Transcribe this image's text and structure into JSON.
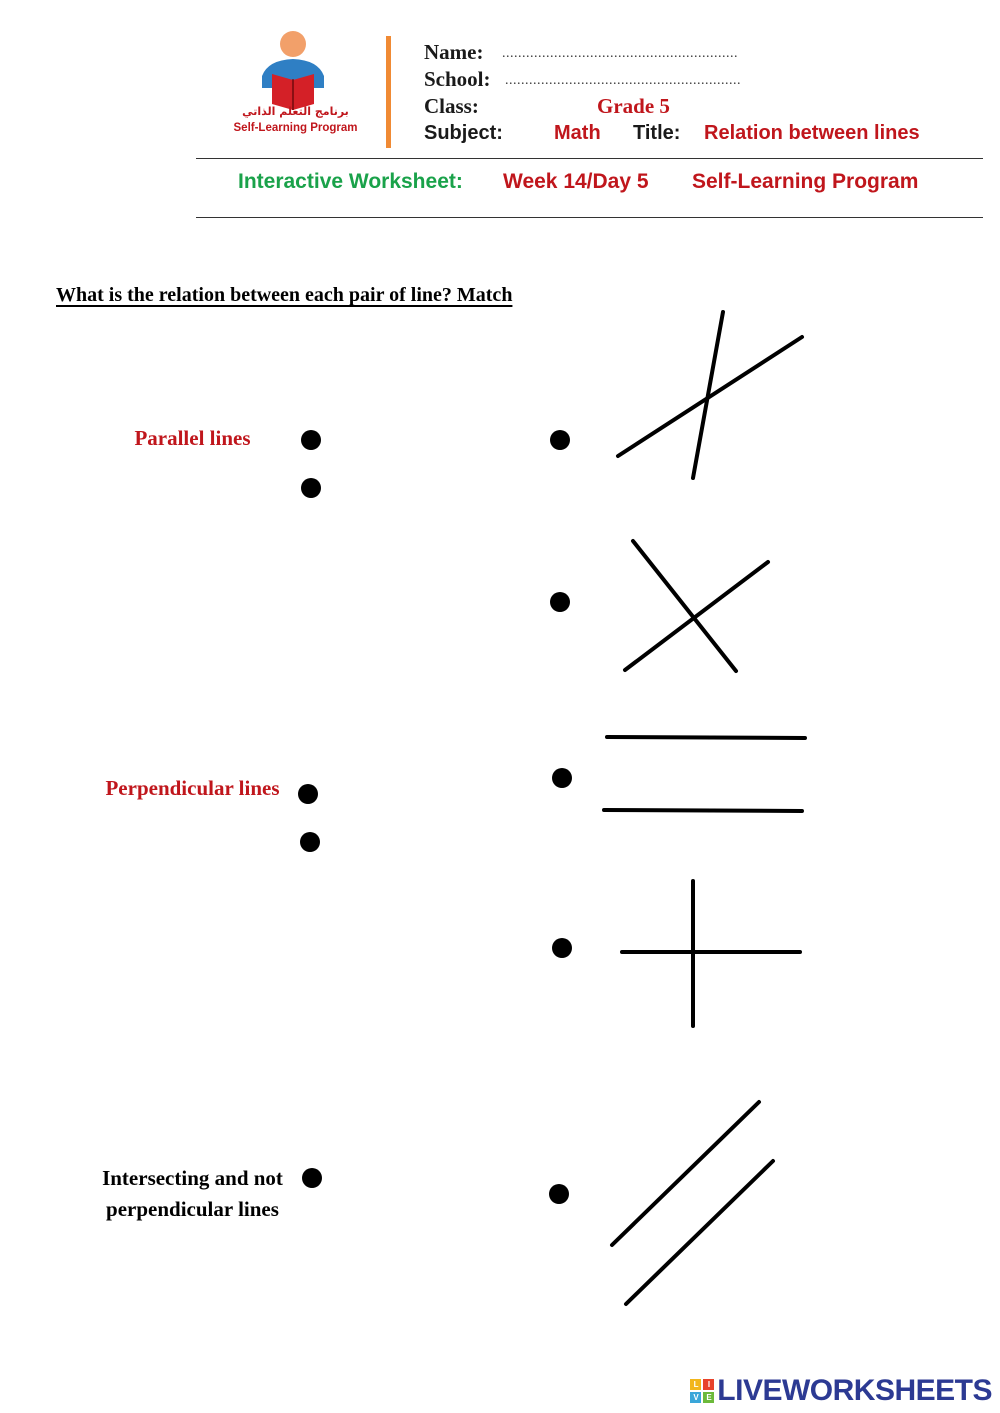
{
  "header": {
    "logo": {
      "arabic": "برنامج التعلم الذاتي",
      "english": "Self-Learning Program"
    },
    "name_label": "Name:",
    "name_dots": "...........................................................",
    "school_label": "School:",
    "school_dots": "...........................................................",
    "class_label": "Class:",
    "class_value": "Grade 5",
    "subject_label": "Subject:",
    "subject_value": "Math",
    "title_label": "Title:",
    "title_value": "Relation between lines"
  },
  "banner": {
    "label": "Interactive Worksheet",
    "colon": ":",
    "week": "Week 14/Day 5",
    "program": "Self-Learning Program"
  },
  "question": "What is the relation between each pair of line? Match",
  "left_items": [
    {
      "label": "Parallel lines"
    },
    {
      "label": "Perpendicular lines"
    },
    {
      "label_line1": "Intersecting and not",
      "label_line2": "perpendicular lines"
    }
  ],
  "right_items": [
    {
      "figure": "intersecting-lines-figure"
    },
    {
      "figure": "intersecting-cross-figure"
    },
    {
      "figure": "horizontal-parallel-figure"
    },
    {
      "figure": "perpendicular-figure"
    },
    {
      "figure": "diagonal-parallel-figure"
    }
  ],
  "footer": {
    "brand": "LIVEWORKSHEETS",
    "tile_letters": [
      "L",
      "I",
      "V",
      "E"
    ]
  },
  "colors": {
    "accent_red": "#c0161c",
    "accent_green": "#1aa24a",
    "logo_bar": "#f08a34",
    "brand": "#2c3a93"
  }
}
